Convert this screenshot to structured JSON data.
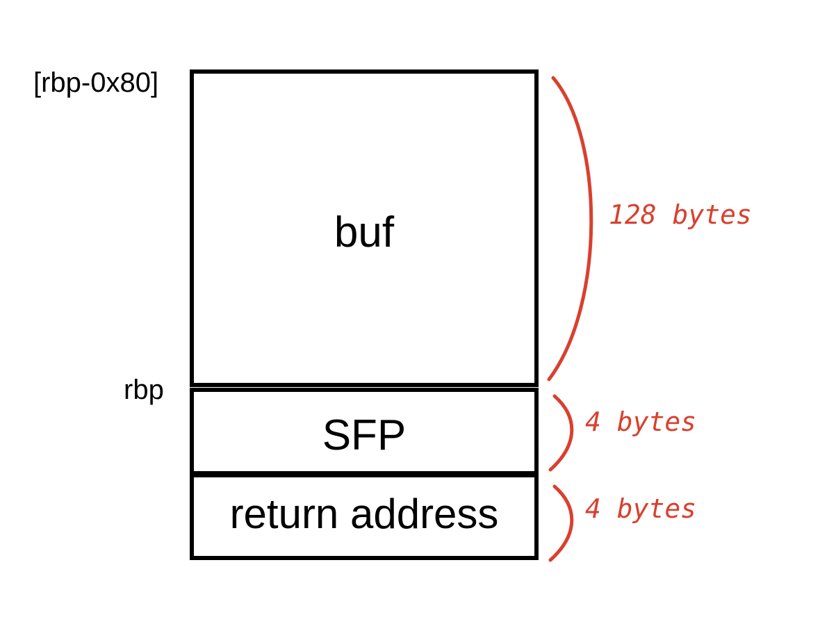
{
  "stack": {
    "address_labels": {
      "top": "[rbp-0x80]",
      "rbp": "rbp"
    },
    "blocks": [
      {
        "label": "buf",
        "size": "128 bytes"
      },
      {
        "label": "SFP",
        "size": "4 bytes"
      },
      {
        "label": "return address",
        "size": "4 bytes"
      }
    ]
  },
  "colors": {
    "outline": "#000000",
    "annotation": "#d9402e",
    "background": "#ffffff"
  }
}
